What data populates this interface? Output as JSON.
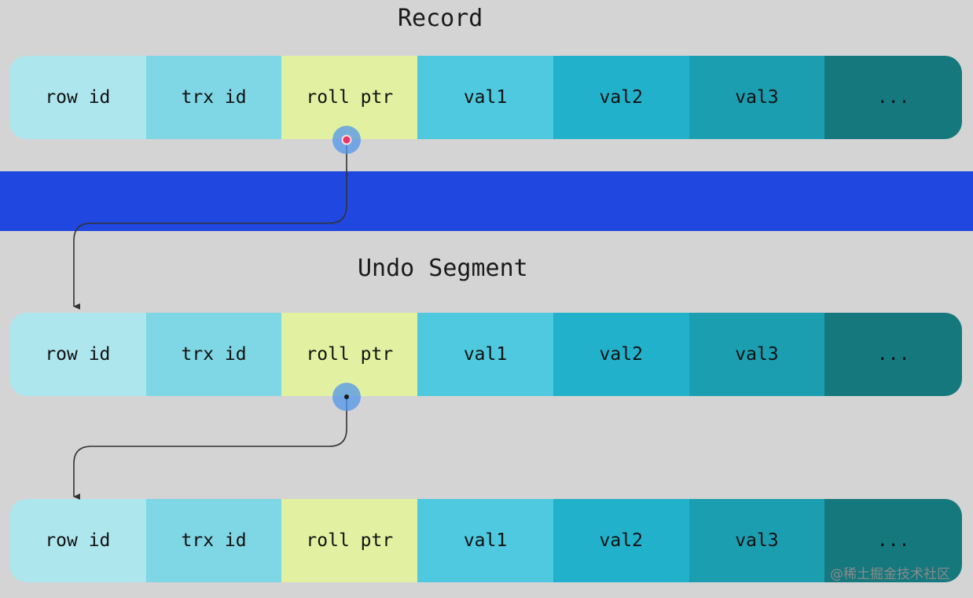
{
  "record_title": "Record",
  "undo_title": "Undo Segment",
  "fields": [
    "row id",
    "trx id",
    "roll ptr",
    "val1",
    "val2",
    "val3",
    "..."
  ],
  "watermark": "@稀土掘金技术社区",
  "colors": {
    "background": "#d4d4d4",
    "band": "#2047e0",
    "row_id": "#aee6ee",
    "trx_id": "#7fd6e4",
    "roll_ptr": "#e2f1a1",
    "val1": "#4ec9df",
    "val2": "#22b1cb",
    "val3": "#1c9eb1",
    "ellipsis": "#14787d"
  }
}
